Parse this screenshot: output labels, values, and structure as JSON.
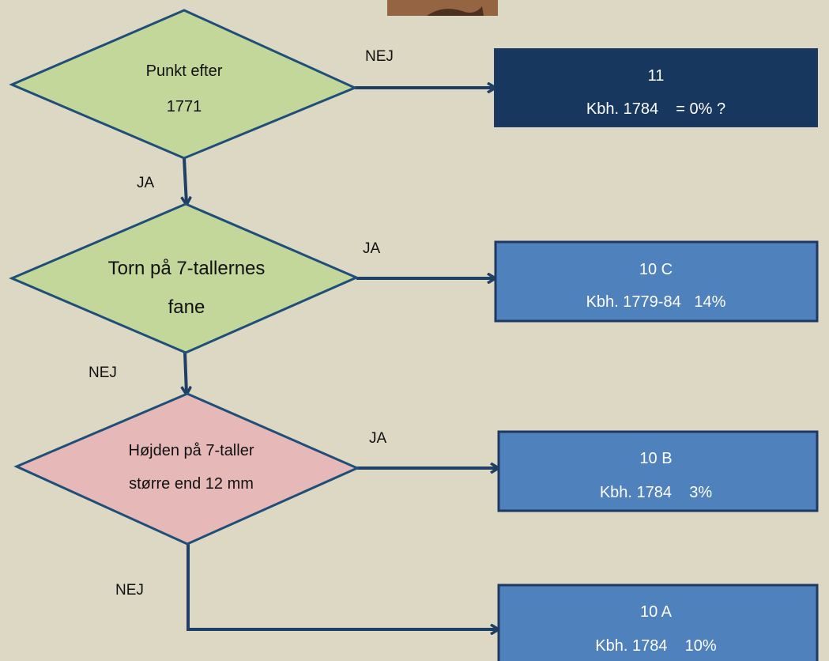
{
  "colors": {
    "background": "#ddd8c4",
    "decision_green": "#c3d79b",
    "decision_pink": "#e6b8b8",
    "decision_border": "#1f4e79",
    "box_dark": "#17375e",
    "box_light": "#4f81bd",
    "box_border": "#1f3864",
    "arrow": "#1f3f66"
  },
  "decisions": [
    {
      "line1": "Punkt efter",
      "line2": "1771"
    },
    {
      "line1": "Torn på 7-tallernes",
      "line2": "fane"
    },
    {
      "line1": "Højden på 7-taller",
      "line2": "større end 12 mm"
    }
  ],
  "results": [
    {
      "code": "11",
      "detail": "Kbh. 1784    = 0% ?"
    },
    {
      "code": "10 C",
      "detail": "Kbh. 1779-84   14%"
    },
    {
      "code": "10 B",
      "detail": "Kbh. 1784    3%"
    },
    {
      "code": "10 A",
      "detail": "Kbh. 1784    10%"
    }
  ],
  "edge_labels": {
    "d1_right": "NEJ",
    "d1_down": "JA",
    "d2_right": "JA",
    "d2_down": "NEJ",
    "d3_right": "JA",
    "d3_down": "NEJ"
  }
}
